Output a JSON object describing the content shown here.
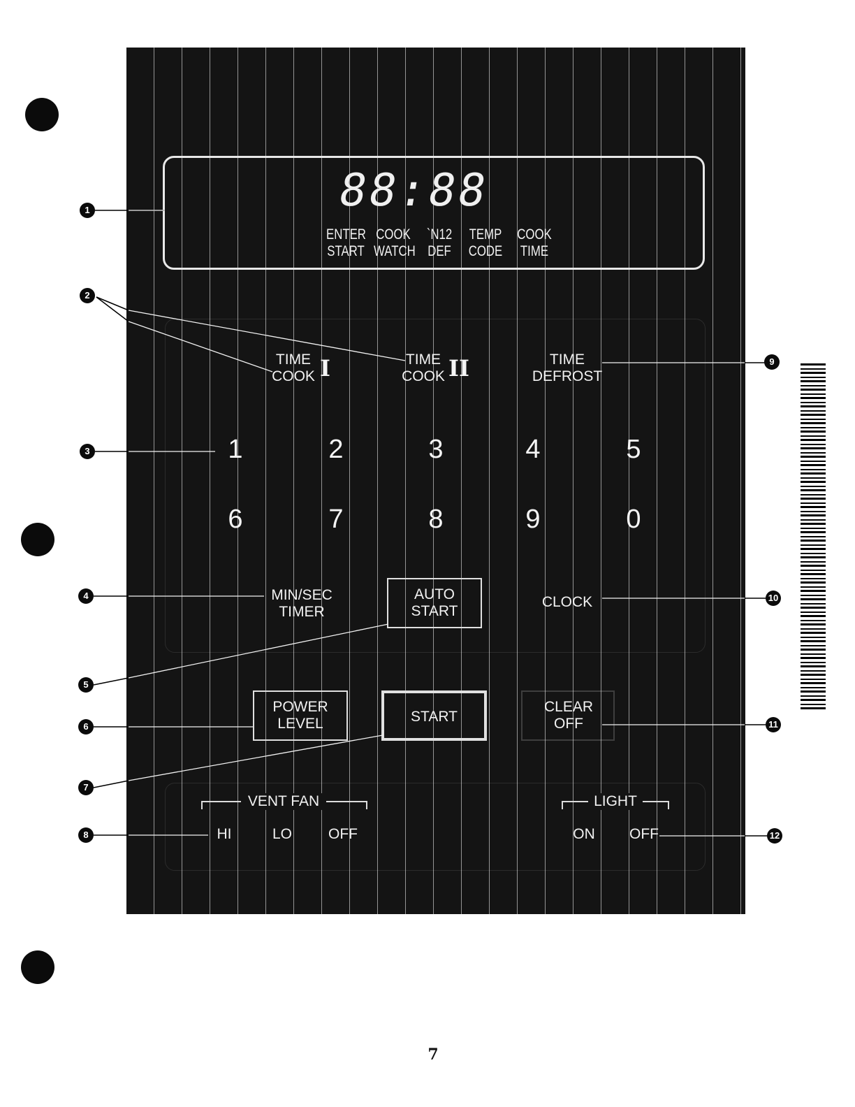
{
  "display": {
    "digits": "88:88",
    "indicators": [
      {
        "top": "ENTER",
        "bottom": "START"
      },
      {
        "top": "COOK",
        "bottom": "WATCH"
      },
      {
        "top": "`N12",
        "bottom": "DEF"
      },
      {
        "top": "TEMP",
        "bottom": "CODE"
      },
      {
        "top": "COOK",
        "bottom": "TIME"
      }
    ]
  },
  "keys": {
    "time_cook_1": {
      "line1": "TIME",
      "line2": "COOK",
      "roman": "I"
    },
    "time_cook_2": {
      "line1": "TIME",
      "line2": "COOK",
      "roman": "II"
    },
    "time_defrost": {
      "line1": "TIME",
      "line2": "DEFROST"
    },
    "number_row1": [
      "1",
      "2",
      "3",
      "4",
      "5"
    ],
    "number_row2": [
      "6",
      "7",
      "8",
      "9",
      "0"
    ],
    "min_sec_timer": {
      "line1": "MIN/SEC",
      "line2": "TIMER"
    },
    "auto_start": {
      "line1": "AUTO",
      "line2": "START"
    },
    "clock": "CLOCK",
    "power_level": {
      "line1": "POWER",
      "line2": "LEVEL"
    },
    "start": "START",
    "clear_off": {
      "line1": "CLEAR",
      "line2": "OFF"
    },
    "vent_fan": {
      "title": "VENT FAN",
      "hi": "HI",
      "lo": "LO",
      "off": "OFF"
    },
    "light": {
      "title": "LIGHT",
      "on": "ON",
      "off": "OFF"
    }
  },
  "callouts": [
    "1",
    "2",
    "3",
    "4",
    "5",
    "6",
    "7",
    "8",
    "9",
    "10",
    "11",
    "12"
  ],
  "page_number": "7"
}
